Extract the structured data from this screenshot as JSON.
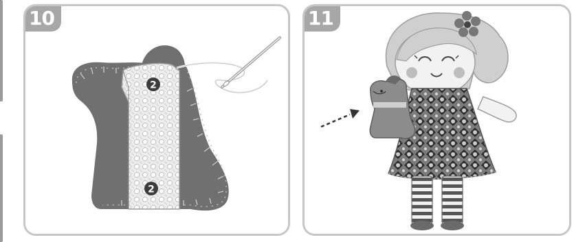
{
  "steps": [
    {
      "number": "10",
      "badge_color": "#a7a7a7",
      "illustration": "dog-plush-stitching-with-needle",
      "stitch_markers": [
        "2",
        "2"
      ]
    },
    {
      "number": "11",
      "badge_color": "#a7a7a7",
      "illustration": "doll-holding-dog-puppet",
      "icons": [
        "flower-hair-icon",
        "dashed-arrow-icon"
      ]
    }
  ],
  "palette": {
    "panel_border": "#c6c6c6",
    "felt_dark": "#6f6f6f",
    "felt_mid": "#8a8a8a",
    "fabric_light": "#e4e4e4"
  }
}
